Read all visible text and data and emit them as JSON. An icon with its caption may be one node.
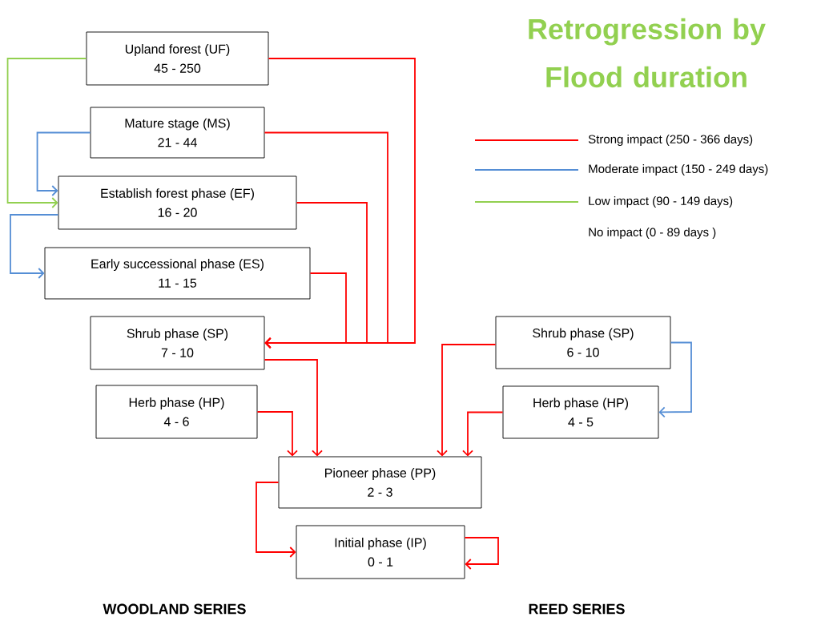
{
  "diagram": {
    "title": "Retrogression by Flood duration",
    "nodes": [
      {
        "text": [
          "Upland forest (UF)",
          "45 - 250"
        ]
      },
      {
        "text": [
          "Mature stage (MS)",
          "21 - 44"
        ]
      },
      {
        "text": [
          "Establish forest phase (EF)",
          "16 - 20"
        ]
      },
      {
        "text": [
          "Early successional phase (ES)",
          "11 - 15"
        ]
      },
      {
        "text": [
          "Shrub phase (SP)",
          "7 - 10"
        ]
      },
      {
        "text": [
          "Herb phase (HP)",
          "4  - 6"
        ]
      },
      {
        "text": [
          "Shrub phase (SP)",
          "6  - 10"
        ]
      },
      {
        "text": [
          "Herb phase (HP)",
          "4 - 5"
        ]
      },
      {
        "text": [
          "Pioneer phase (PP)",
          "2 - 3"
        ]
      },
      {
        "text": [
          "Initial phase (IP)",
          "0 - 1"
        ]
      }
    ],
    "edges": [
      {
        "from": 0,
        "to": 2,
        "arrow": "to",
        "color": "#92d050"
      },
      {
        "from": 1,
        "to": 2,
        "arrow": "to",
        "color": "#558ed5"
      },
      {
        "from": 2,
        "to": 3,
        "arrow": "to",
        "color": "#558ed5"
      },
      {
        "from": 0,
        "to": 4,
        "arrow": "to"
      },
      {
        "from": 1,
        "to": 4,
        "arrow": "to"
      },
      {
        "from": 2,
        "to": 4,
        "arrow": "to"
      },
      {
        "from": 3,
        "to": 4,
        "arrow": "to"
      },
      {
        "from": 4,
        "to": 8,
        "arrow": "to"
      },
      {
        "from": 5,
        "to": 8,
        "arrow": "to"
      },
      {
        "from": 6,
        "to": 8,
        "arrow": "to"
      },
      {
        "from": 7,
        "to": 8,
        "arrow": "to"
      },
      {
        "from": 6,
        "to": 7,
        "arrow": "to",
        "color": "#558ed5"
      },
      {
        "from": 8,
        "to": 9,
        "arrow": "to"
      },
      {
        "from": 9,
        "to": 9,
        "arrow": "to"
      }
    ],
    "labels": [
      "WOODLAND SERIES",
      "REED SERIES"
    ],
    "legend": [
      {
        "text": "Strong impact (250 - 366 days)"
      },
      {
        "text": "Moderate impact (150 - 249 days)"
      },
      {
        "text": "Low impact (90 - 149 days)"
      },
      {
        "text": "No impact (0 - 89 days )"
      }
    ]
  }
}
